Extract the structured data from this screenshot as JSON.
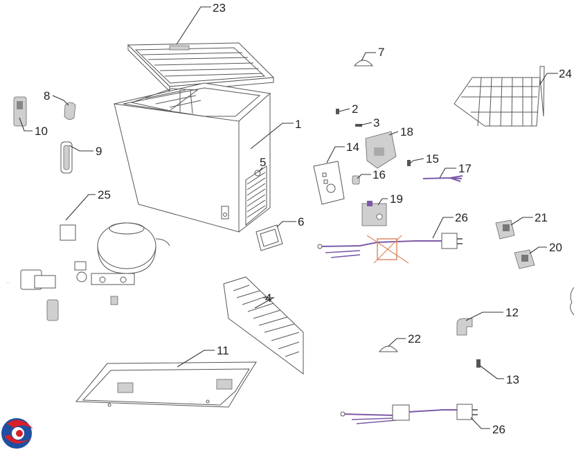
{
  "diagram": {
    "callouts": [
      {
        "id": "c23",
        "text": "23"
      },
      {
        "id": "c7",
        "text": "7"
      },
      {
        "id": "c24",
        "text": "24"
      },
      {
        "id": "c8",
        "text": "8"
      },
      {
        "id": "c10",
        "text": "10"
      },
      {
        "id": "c9",
        "text": "9"
      },
      {
        "id": "c1",
        "text": "1"
      },
      {
        "id": "c5",
        "text": "5"
      },
      {
        "id": "c2",
        "text": "2"
      },
      {
        "id": "c3",
        "text": "3"
      },
      {
        "id": "c18",
        "text": "18"
      },
      {
        "id": "c14",
        "text": "14"
      },
      {
        "id": "c15",
        "text": "15"
      },
      {
        "id": "c17",
        "text": "17"
      },
      {
        "id": "c16",
        "text": "16"
      },
      {
        "id": "c19",
        "text": "19"
      },
      {
        "id": "c25",
        "text": "25"
      },
      {
        "id": "c6",
        "text": "6"
      },
      {
        "id": "c26a",
        "text": "26"
      },
      {
        "id": "c21",
        "text": "21"
      },
      {
        "id": "c20",
        "text": "20"
      },
      {
        "id": "c4",
        "text": "4"
      },
      {
        "id": "c12",
        "text": "12"
      },
      {
        "id": "c22",
        "text": "22"
      },
      {
        "id": "c11",
        "text": "11"
      },
      {
        "id": "c13",
        "text": "13"
      },
      {
        "id": "c26b",
        "text": "26"
      }
    ]
  },
  "colors": {
    "wire_purple": "#7b5aa6",
    "wire_orange": "#d9825a",
    "logo_red": "#d8202a",
    "logo_blue": "#1f4fa0"
  }
}
